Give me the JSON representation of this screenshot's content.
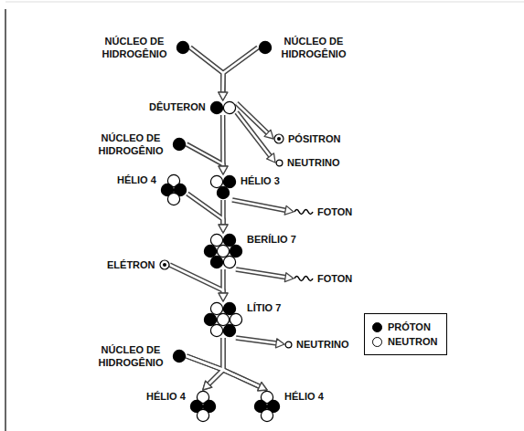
{
  "diagram": {
    "nodes": [
      {
        "text": [
          "NÚCLEO DE HIDROGÊNIO"
        ]
      },
      {
        "text": [
          "NÚCLEO DE HIDROGÊNIO"
        ]
      },
      {
        "text": [
          "DÊUTERON"
        ]
      },
      {
        "text": [
          "NÚCLEO DE HIDROGÊNIO"
        ]
      },
      {
        "text": [
          "PÓSITRON"
        ]
      },
      {
        "text": [
          "NEUTRINO"
        ]
      },
      {
        "text": [
          "HÉLIO 4"
        ]
      },
      {
        "text": [
          "HÉLIO 3"
        ]
      },
      {
        "text": [
          "FOTON"
        ]
      },
      {
        "text": [
          "BERÍLIO 7"
        ]
      },
      {
        "text": [
          "ELÉTRON"
        ]
      },
      {
        "text": [
          "FOTON"
        ]
      },
      {
        "text": [
          "LÍTIO 7"
        ]
      },
      {
        "text": [
          "NÚCLEO DE HIDROGÊNIO"
        ]
      },
      {
        "text": [
          "NEUTRINO"
        ]
      },
      {
        "text": [
          "HÉLIO 4"
        ]
      },
      {
        "text": [
          "HÉLIO 4"
        ]
      }
    ],
    "edges": [
      {
        "from": 0,
        "to": 2,
        "arrow": "to"
      },
      {
        "from": 1,
        "to": 2,
        "arrow": "to"
      },
      {
        "from": 2,
        "to": 7,
        "arrow": "to"
      },
      {
        "from": 3,
        "to": 7,
        "arrow": "to"
      },
      {
        "from": 2,
        "to": 4,
        "arrow": "to"
      },
      {
        "from": 2,
        "to": 5,
        "arrow": "to"
      },
      {
        "from": 6,
        "to": 9,
        "arrow": "to"
      },
      {
        "from": 7,
        "to": 9,
        "arrow": "to"
      },
      {
        "from": 7,
        "to": 8,
        "arrow": "to"
      },
      {
        "from": 9,
        "to": 12,
        "arrow": "to"
      },
      {
        "from": 10,
        "to": 12,
        "arrow": "to"
      },
      {
        "from": 9,
        "to": 11,
        "arrow": "to"
      },
      {
        "from": 12,
        "to": 14,
        "arrow": "to"
      },
      {
        "from": 12,
        "to": 15,
        "arrow": "to"
      },
      {
        "from": 12,
        "to": 16,
        "arrow": "to"
      },
      {
        "from": 13,
        "to": 15,
        "arrow": "to"
      },
      {
        "from": 13,
        "to": 16,
        "arrow": "to"
      }
    ],
    "legend": [
      {
        "text": "PRÓTON",
        "color": "#000000"
      },
      {
        "text": "NEUTRON",
        "color": "#ffffff"
      }
    ]
  }
}
